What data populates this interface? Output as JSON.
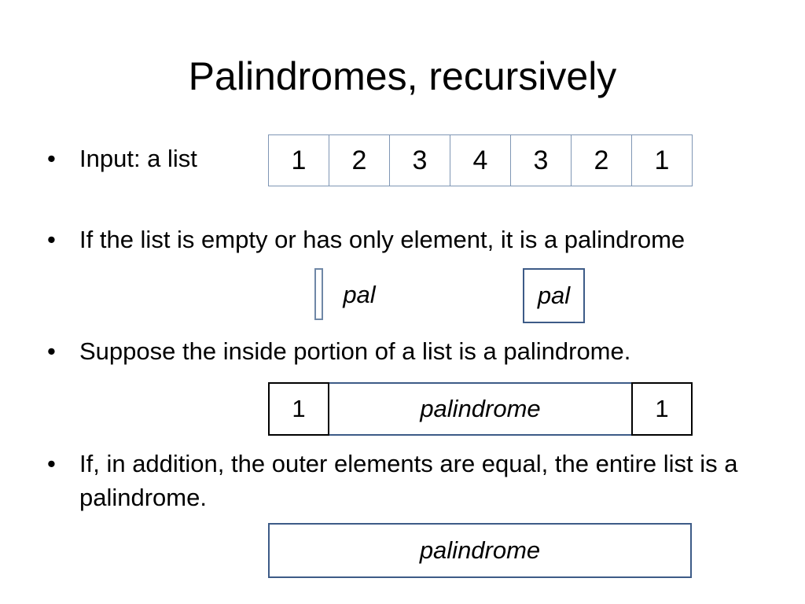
{
  "slide": {
    "title": "Palindromes, recursively",
    "bullets": [
      "Input: a list",
      "If the list is empty or has only element, it is a palindrome",
      "Suppose the inside portion of a list is a palindrome.",
      "If, in addition, the outer elements are equal, the entire list is a palindrome."
    ],
    "bullet_marker": "•"
  },
  "list_example": {
    "cells": [
      "1",
      "2",
      "3",
      "4",
      "3",
      "2",
      "1"
    ]
  },
  "base_cases": {
    "empty_label": "pal",
    "single_label": "pal"
  },
  "inner_example": {
    "left": "1",
    "middle": "palindrome",
    "right": "1"
  },
  "result_box": {
    "label": "palindrome"
  },
  "colors": {
    "list_border": "#7f96b4",
    "thin_box_border": "#6f87a6",
    "accent_border": "#3d5b87",
    "black_border": "#000000"
  }
}
